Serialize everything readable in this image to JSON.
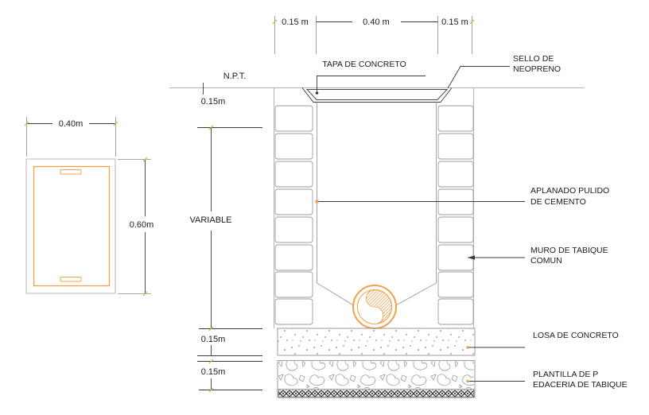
{
  "drawing": {
    "plan": {
      "width_dim": "0.40m",
      "height_dim": "0.60m"
    },
    "section": {
      "npt": "N.P.T.",
      "dim_top_left": "0.15 m",
      "dim_top_center": "0.40 m",
      "dim_top_right": "0.15 m",
      "dim_cover_depth": "0.15m",
      "dim_wall_height": "VARIABLE",
      "dim_slab": "0.15m",
      "dim_bedding": "0.15m"
    },
    "callouts": {
      "tapa": "TAPA DE CONCRETO",
      "sello_line1": "SELLO DE",
      "sello_line2": "NEOPRENO",
      "aplanado_line1": "APLANADO PULIDO",
      "aplanado_line2": "DE CEMENTO",
      "muro_line1": "MURO DE TABIQUE",
      "muro_line2": "COMUN",
      "losa": "LOSA DE CONCRETO",
      "plantilla_line1": "PLANTILLA DE P",
      "plantilla_line2": "EDACERIA DE TABIQUE"
    },
    "colors": {
      "accent_orange": "#f0a14b",
      "line_gray": "#9b9b9b",
      "line_dark": "#3a3a3a",
      "tick_yellow": "#e0b34d"
    }
  }
}
